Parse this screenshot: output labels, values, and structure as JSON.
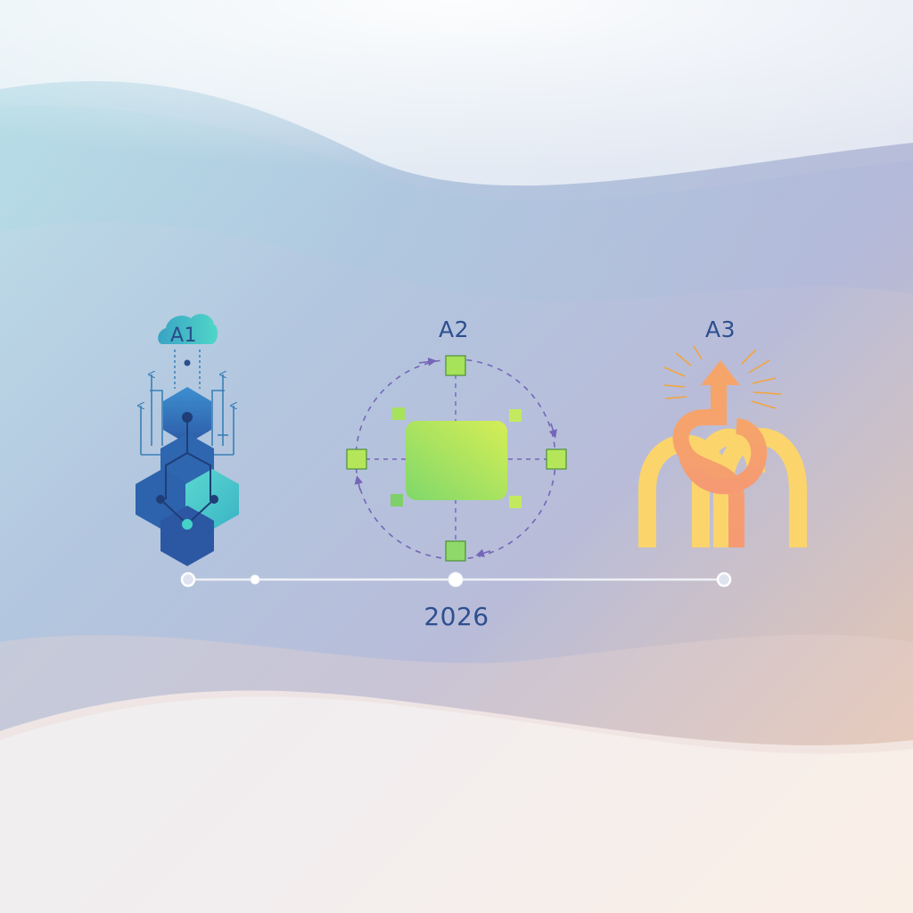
{
  "stages": [
    {
      "label": "A1",
      "icon": "hexagon-network-icon",
      "color": "#3aa7c9"
    },
    {
      "label": "A2",
      "icon": "cycle-square-icon",
      "color": "#9fe06a"
    },
    {
      "label": "A3",
      "icon": "arches-arrow-icon",
      "color": "#f5a070"
    }
  ],
  "timeline": {
    "year": "2026"
  },
  "colors": {
    "text": "#2d4f8e",
    "teal": "#45d1c8",
    "blue": "#2f5fa8",
    "green": "#a6e25a",
    "yellow": "#fbd56b",
    "orange": "#f59a72",
    "dash": "#7466b8"
  }
}
